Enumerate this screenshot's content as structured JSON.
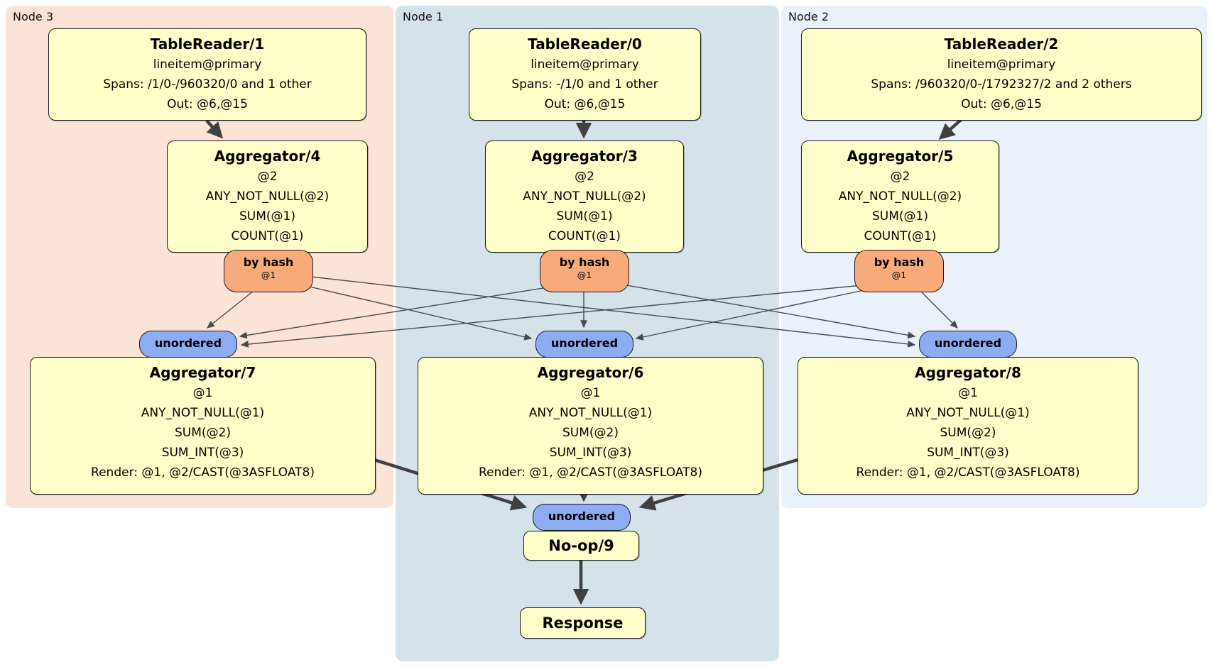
{
  "diagram": {
    "kind": "distributed-sql-plan",
    "colors": {
      "node3_bg": "#fbe3d7",
      "node1_bg": "#d5e2ea",
      "node2_bg": "#ebf1fa",
      "processor_bg": "#ffffc9",
      "router_bg": "#f9aa7b",
      "sync_bg": "#8cadf1",
      "edge_thin": "#4a4a4a",
      "edge_thick": "#404040"
    }
  },
  "regions": {
    "node3": {
      "label": "Node 3"
    },
    "node1": {
      "label": "Node 1"
    },
    "node2": {
      "label": "Node 2"
    }
  },
  "processors": {
    "tr1": {
      "title": "TableReader/1",
      "lines": [
        "lineitem@primary",
        "Spans: /1/0-/960320/0 and 1 other",
        "Out: @6,@15"
      ]
    },
    "tr0": {
      "title": "TableReader/0",
      "lines": [
        "lineitem@primary",
        "Spans: -/1/0 and 1 other",
        "Out: @6,@15"
      ]
    },
    "tr2": {
      "title": "TableReader/2",
      "lines": [
        "lineitem@primary",
        "Spans: /960320/0-/1792327/2 and 2 others",
        "Out: @6,@15"
      ]
    },
    "agg4": {
      "title": "Aggregator/4",
      "lines": [
        "@2",
        "ANY_NOT_NULL(@2)",
        "SUM(@1)",
        "COUNT(@1)"
      ]
    },
    "agg3": {
      "title": "Aggregator/3",
      "lines": [
        "@2",
        "ANY_NOT_NULL(@2)",
        "SUM(@1)",
        "COUNT(@1)"
      ]
    },
    "agg5": {
      "title": "Aggregator/5",
      "lines": [
        "@2",
        "ANY_NOT_NULL(@2)",
        "SUM(@1)",
        "COUNT(@1)"
      ]
    },
    "agg7": {
      "title": "Aggregator/7",
      "lines": [
        "@1",
        "ANY_NOT_NULL(@1)",
        "SUM(@2)",
        "SUM_INT(@3)",
        "Render: @1, @2/CAST(@3ASFLOAT8)"
      ]
    },
    "agg6": {
      "title": "Aggregator/6",
      "lines": [
        "@1",
        "ANY_NOT_NULL(@1)",
        "SUM(@2)",
        "SUM_INT(@3)",
        "Render: @1, @2/CAST(@3ASFLOAT8)"
      ]
    },
    "agg8": {
      "title": "Aggregator/8",
      "lines": [
        "@1",
        "ANY_NOT_NULL(@1)",
        "SUM(@2)",
        "SUM_INT(@3)",
        "Render: @1, @2/CAST(@3ASFLOAT8)"
      ]
    },
    "noop": {
      "title": "No-op/9"
    },
    "response": {
      "title": "Response"
    }
  },
  "routers": {
    "by_hash_4": {
      "label": "by hash",
      "sub": "@1"
    },
    "by_hash_3": {
      "label": "by hash",
      "sub": "@1"
    },
    "by_hash_5": {
      "label": "by hash",
      "sub": "@1"
    }
  },
  "syncs": {
    "unordered_7": {
      "label": "unordered"
    },
    "unordered_6": {
      "label": "unordered"
    },
    "unordered_8": {
      "label": "unordered"
    },
    "unordered_9": {
      "label": "unordered"
    }
  }
}
